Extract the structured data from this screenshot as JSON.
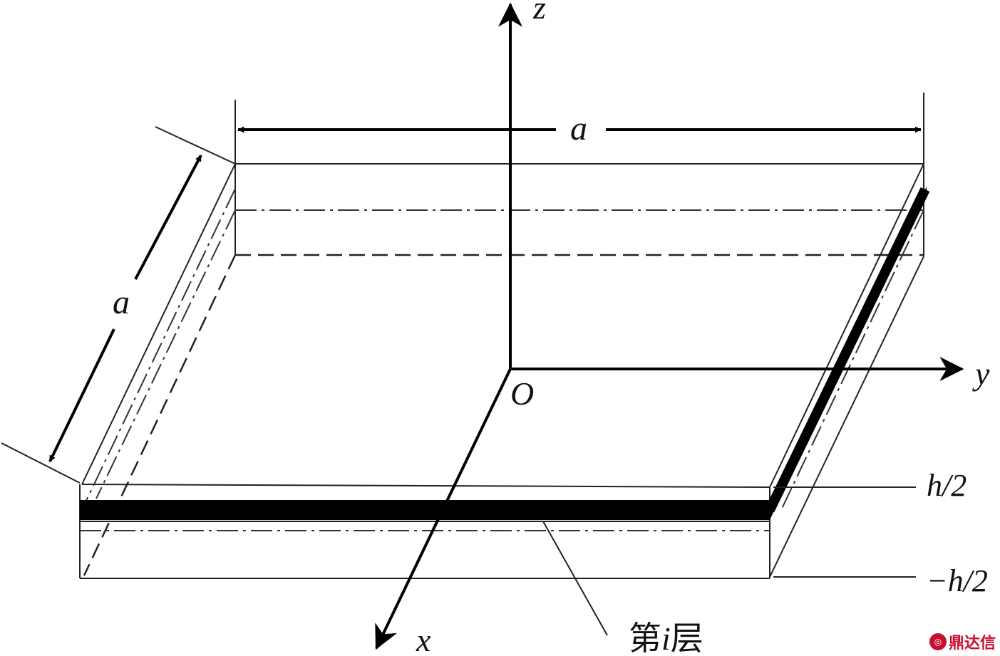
{
  "labels": {
    "z_axis": "z",
    "y_axis": "y",
    "x_axis": "x",
    "origin": "O",
    "width_top": "a",
    "width_left": "a",
    "top_surface": "h/2",
    "bottom_surface": "−h/2",
    "layer_prefix": "第",
    "layer_index": "i",
    "layer_suffix": "层"
  },
  "watermark": {
    "text": "鼎达信"
  }
}
